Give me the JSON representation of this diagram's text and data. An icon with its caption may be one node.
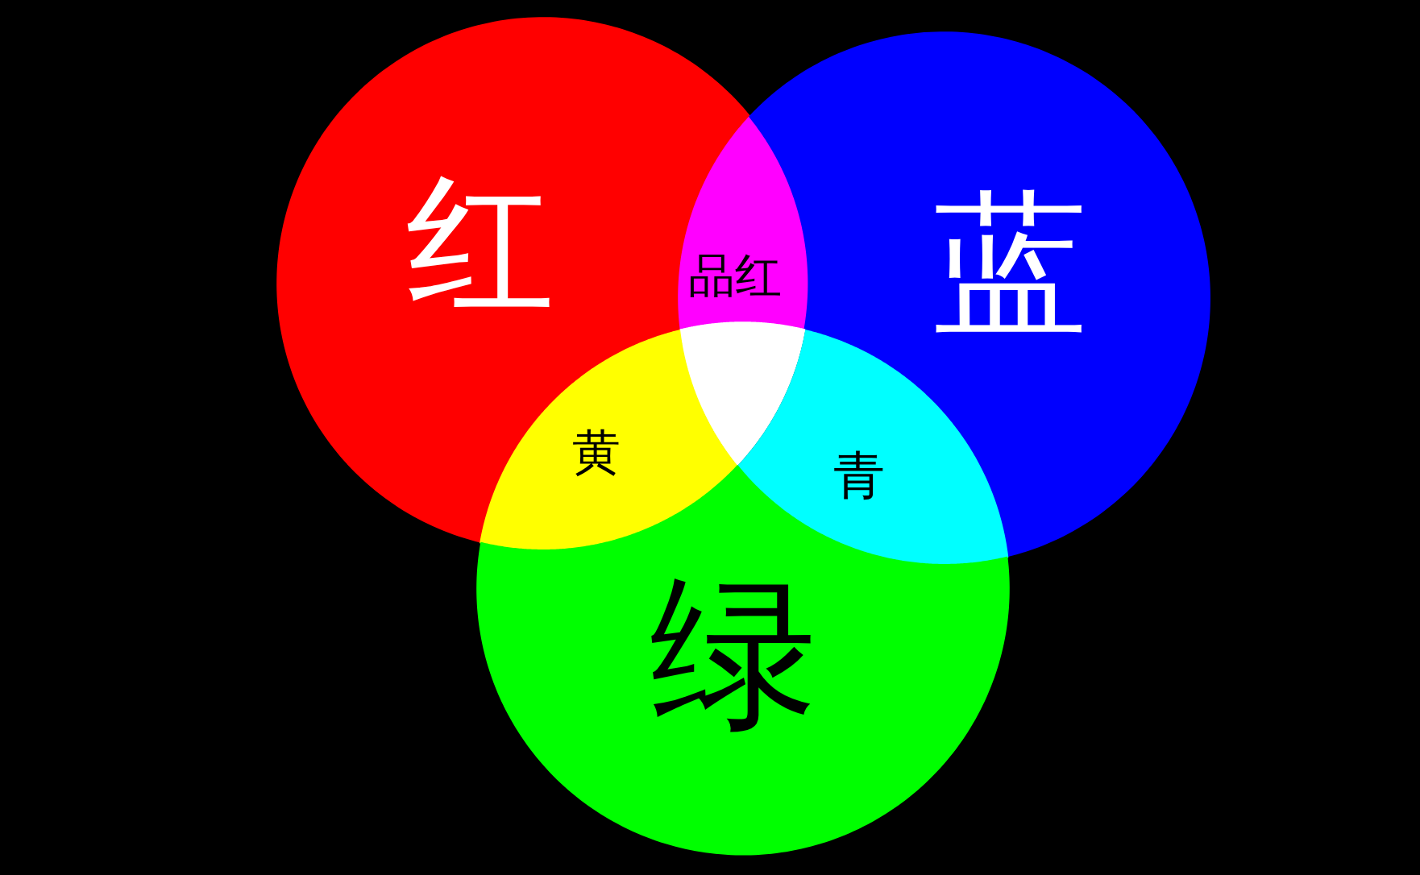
{
  "diagram": {
    "nodes": [
      {
        "text": [
          "红"
        ]
      },
      {
        "text": [
          "品红"
        ]
      },
      {
        "text": [
          "蓝"
        ]
      },
      {
        "text": [],
        "shape": "triangle"
      },
      {
        "text": [
          "黄"
        ]
      },
      {
        "text": [
          "青"
        ]
      },
      {
        "text": [
          "绿"
        ]
      }
    ]
  }
}
